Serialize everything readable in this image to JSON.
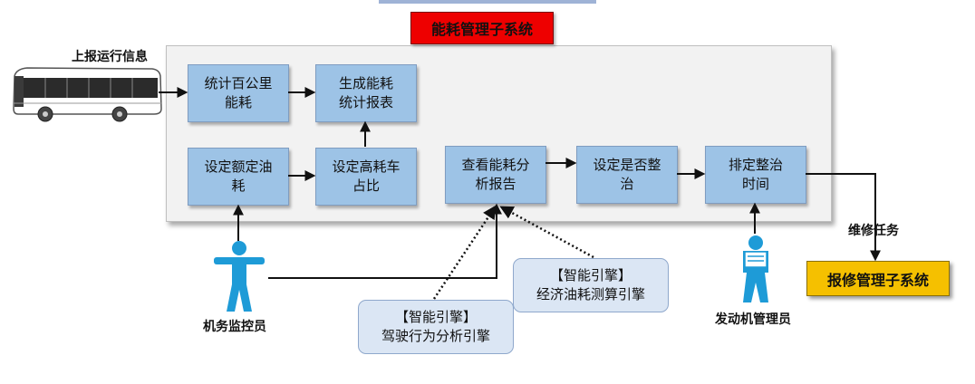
{
  "title": "能耗管理子系统",
  "report_label": "上报运行信息",
  "boxes": {
    "stat100": "统计百公里\n能耗",
    "report": "生成能耗\n统计报表",
    "set_rated": "设定额定油\n耗",
    "set_high": "设定高耗车\n占比",
    "view": "查看能耗分\n析报告",
    "decide": "设定是否整\n治",
    "schedule": "排定整治\n时间"
  },
  "engines": {
    "economy": "【智能引擎】\n经济油耗测算引擎",
    "driving": "【智能引擎】\n驾驶行为分析引擎"
  },
  "actors": {
    "monitor": "机务监控员",
    "engine_admin": "发动机管理员"
  },
  "maintenance_label": "维修任务",
  "external_system": "报修管理子系统",
  "colors": {
    "title_bg": "#ee0000",
    "box_bg": "#9dc3e6",
    "engine_bg": "#dbe6f4",
    "actor": "#1e9bd7",
    "external_bg": "#f5c000"
  },
  "icons": [
    "bus-icon",
    "person-icon",
    "person-with-book-icon"
  ]
}
